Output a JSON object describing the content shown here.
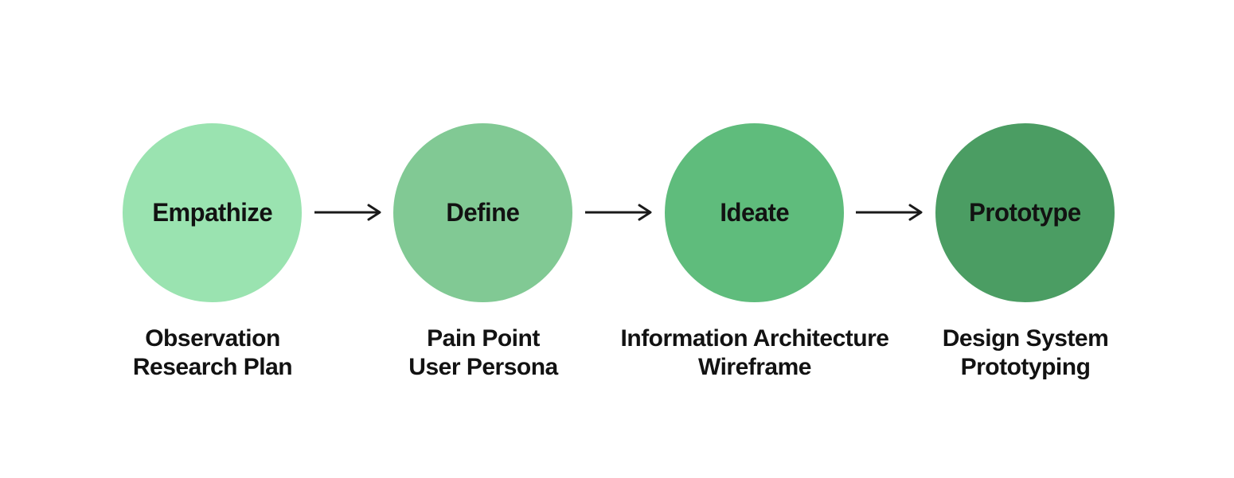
{
  "diagram": {
    "type": "process-flow",
    "background_color": "#ffffff",
    "text_color": "#121212",
    "arrow_color": "#1a1a1a",
    "stages": [
      {
        "label": "Empathize",
        "circle_color": "#9ae3b0",
        "caption_line1": "Observation",
        "caption_line2": "Research Plan"
      },
      {
        "label": "Define",
        "circle_color": "#81c994",
        "caption_line1": "Pain Point",
        "caption_line2": "User Persona"
      },
      {
        "label": "Ideate",
        "circle_color": "#5fbc7c",
        "caption_line1": "Information Architecture",
        "caption_line2": "Wireframe"
      },
      {
        "label": "Prototype",
        "circle_color": "#4b9d63",
        "caption_line1": "Design System",
        "caption_line2": "Prototyping"
      }
    ]
  }
}
